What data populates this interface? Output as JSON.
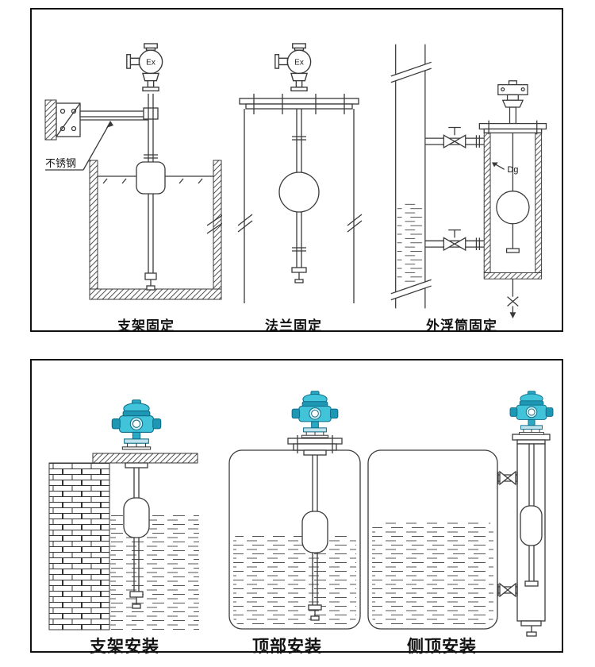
{
  "labels": {
    "ex": "Ex",
    "dg": "Dg",
    "stainless": "不锈钢"
  },
  "top_panel": {
    "captions": [
      "支架固定",
      "法兰固定",
      "外浮筒固定"
    ]
  },
  "bottom_panel": {
    "captions": [
      "支架安装",
      "顶部安装",
      "侧顶安装"
    ]
  },
  "colors": {
    "line": "#3a3a3a",
    "teal": "#41c3da",
    "teal_dark": "#1e97b4",
    "teal_mid": "#2aa9c4",
    "flange": "#bfe3ec"
  }
}
